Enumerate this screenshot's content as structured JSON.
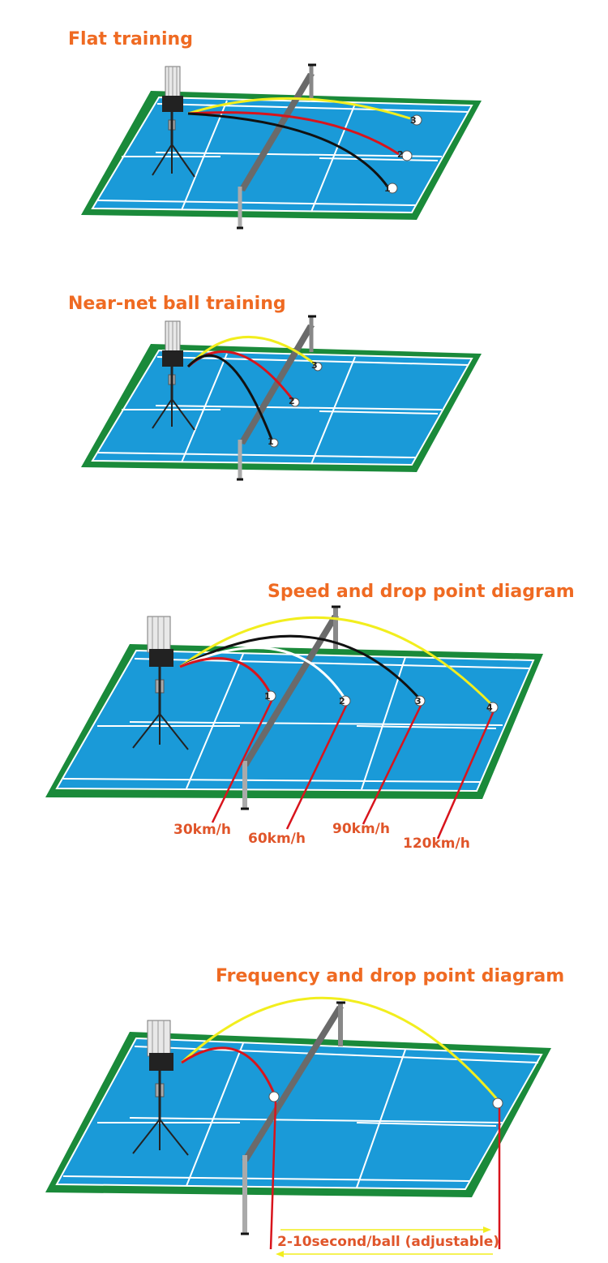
{
  "panels": [
    {
      "title": "Flat training",
      "balls": [
        "1",
        "2",
        "3"
      ]
    },
    {
      "title": "Near-net ball training",
      "balls": [
        "1",
        "2",
        "3"
      ]
    },
    {
      "title": "Speed and drop point diagram",
      "balls": [
        "1",
        "2",
        "3",
        "4"
      ],
      "speeds": [
        "30km/h",
        "60km/h",
        "90km/h",
        "120km/h"
      ]
    },
    {
      "title": "Frequency and drop point diagram",
      "interval_label": "2-10second/ball (adjustable)"
    }
  ],
  "colors": {
    "title": "#ef6a22",
    "court_surface": "#1a9ad8",
    "court_border": "#1a8a3a",
    "lines": "#ffffff",
    "net": "#666666",
    "trajectory_yellow": "#f2ee1e",
    "trajectory_red": "#d8141c",
    "trajectory_black": "#111111",
    "trajectory_white": "#ffffff"
  }
}
